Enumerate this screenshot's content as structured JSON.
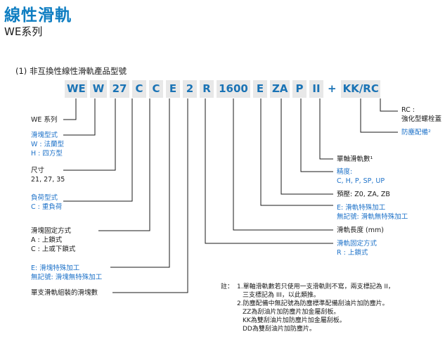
{
  "header": {
    "title": "線性滑軌",
    "subtitle": "WE系列"
  },
  "section_title": "(1) 非互換性線性滑軌產品型號",
  "code": [
    {
      "text": "WE",
      "boxed": true
    },
    {
      "text": "W",
      "boxed": true
    },
    {
      "text": "27",
      "boxed": true
    },
    {
      "text": "C",
      "boxed": true
    },
    {
      "text": "C",
      "boxed": true
    },
    {
      "text": "E",
      "boxed": true
    },
    {
      "text": "2",
      "boxed": true
    },
    {
      "text": "R",
      "boxed": true
    },
    {
      "text": "1600",
      "boxed": true
    },
    {
      "text": "E",
      "boxed": true
    },
    {
      "text": "ZA",
      "boxed": true
    },
    {
      "text": "P",
      "boxed": true
    },
    {
      "text": "II",
      "boxed": true
    },
    {
      "text": "+",
      "boxed": false
    },
    {
      "text": "KK/RC",
      "boxed": true
    }
  ],
  "left_labels": {
    "series": "WE 系列",
    "block_type": {
      "title": "滑塊型式",
      "w": "W : 法蘭型",
      "h": "H : 四方型"
    },
    "size": {
      "title": "尺寸",
      "values": "21, 27, 35"
    },
    "load": {
      "title": "負荷型式",
      "c": "C : 重負荷"
    },
    "block_mount": {
      "title": "滑塊固定方式",
      "a": "A : 上鎖式",
      "c": "C : 上或下鎖式"
    },
    "block_special": {
      "e": "E: 滑塊特殊加工",
      "none": "無記號: 滑塊無特殊加工"
    },
    "block_count": "單支滑軌組裝的滑塊數"
  },
  "right_labels": {
    "rc": {
      "title": "RC :",
      "desc": "強化型螺栓蓋"
    },
    "dust": "防塵配備²",
    "rail_count": "單軸滑軌數¹",
    "accuracy": {
      "title": "精度:",
      "values": "C, H, P, SP, UP"
    },
    "preload": "預壓: Z0, ZA, ZB",
    "rail_special": {
      "e": "E: 滑軌特殊加工",
      "none": "無記號: 滑軌無特殊加工"
    },
    "rail_length": "滑軌長度 (mm)",
    "rail_mount": {
      "title": "滑軌固定方式",
      "r": "R : 上鎖式"
    }
  },
  "notes": {
    "prefix": "註：",
    "lines": [
      "1.單軸滑軌數若只使用一支滑軌則不寫，兩支標記為 II，",
      "三支標記為 III，以此類推。",
      "2.防塵配備中無記號為防塵標準配備刮油片加防塵片。",
      "ZZ為刮油片加防塵片加金屬刮板。",
      "KK為雙刮油片加防塵片加金屬刮板。",
      "DD為雙刮油片加防塵片。"
    ]
  },
  "colors": {
    "title": "#0f7ec2",
    "code_text": "#1a73b5",
    "code_bg": "#e8e8e8",
    "blue_label": "#1f73c9"
  }
}
